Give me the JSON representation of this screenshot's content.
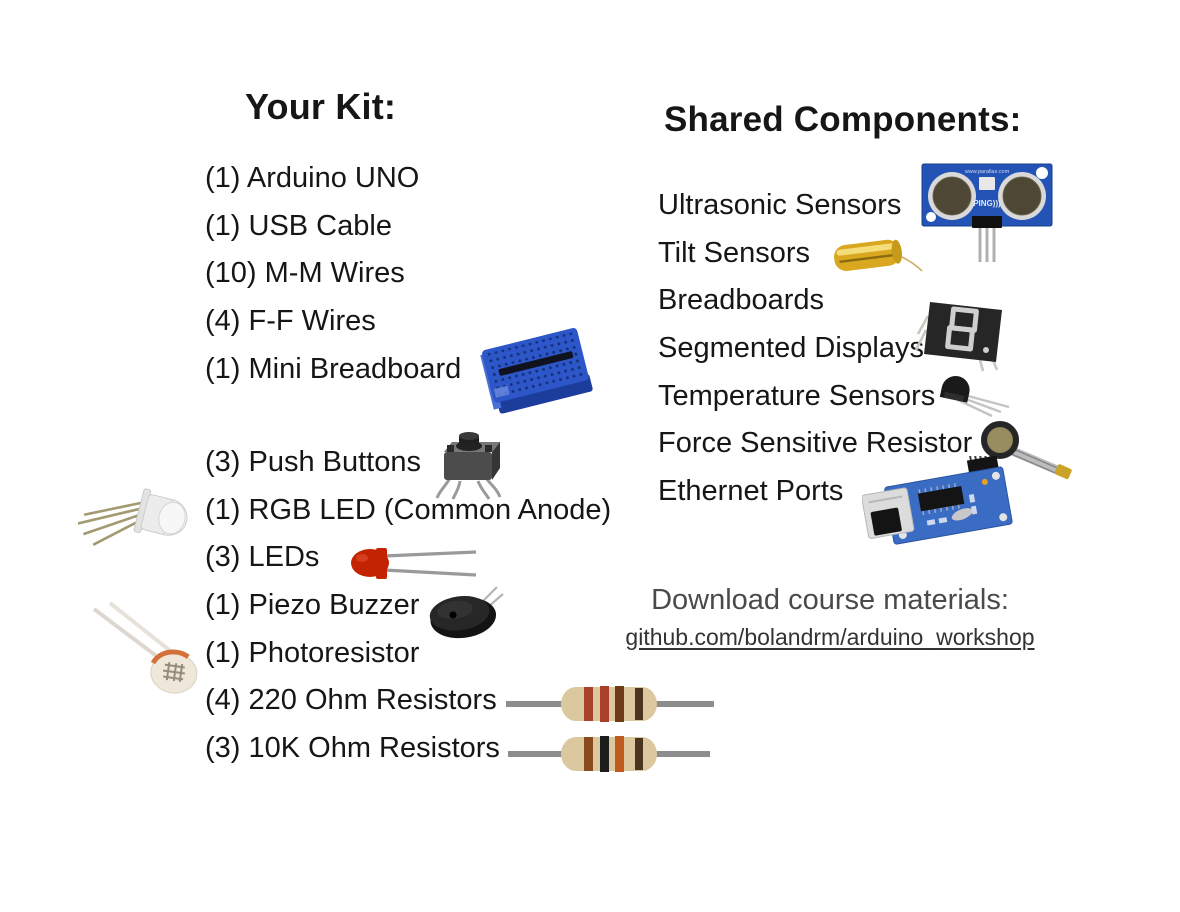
{
  "kit": {
    "title": "Your Kit:",
    "items_top": [
      "(1) Arduino UNO",
      "(1) USB Cable",
      "(10) M-M Wires",
      "(4) F-F Wires",
      "(1) Mini Breadboard"
    ],
    "items_bottom": [
      "(3) Push Buttons",
      "(1) RGB LED (Common Anode)",
      "(3) LEDs",
      "(1) Piezo Buzzer",
      "(1) Photoresistor",
      "(4) 220 Ohm Resistors",
      "(3) 10K Ohm Resistors"
    ]
  },
  "shared": {
    "title": "Shared Components:",
    "items": [
      "Ultrasonic Sensors",
      "Tilt Sensors",
      "Breadboards",
      "Segmented Displays",
      "Temperature Sensors",
      "Force Sensitive Resistor",
      "Ethernet Ports"
    ]
  },
  "download": {
    "heading": "Download course materials:",
    "link": "github.com/bolandrm/arduino_workshop"
  },
  "images": {
    "ultrasonic_board_text": "PING)))",
    "ultrasonic_board_url": "www.parallax.com"
  },
  "photos": {
    "mini_breadboard": "mini-breadboard-photo",
    "push_button": "push-button-photo",
    "rgb_led": "rgb-led-photo",
    "red_led": "red-led-photo",
    "piezo_buzzer": "piezo-buzzer-photo",
    "photoresistor": "photoresistor-photo",
    "resistor_220": "220-ohm-resistor-photo",
    "resistor_10k": "10k-ohm-resistor-photo",
    "ultrasonic_sensor": "ultrasonic-sensor-photo",
    "tilt_sensor": "tilt-sensor-photo",
    "segmented_display": "segmented-display-photo",
    "temperature_sensor": "temperature-sensor-photo",
    "force_sensitive_resistor": "force-sensitive-resistor-photo",
    "ethernet_module": "ethernet-module-photo"
  },
  "colors": {
    "background": "#ffffff",
    "text": "#161616",
    "muted_text": "#4a4a4a",
    "breadboard_blue": "#2d57c9",
    "pcb_blue": "#2353b5",
    "led_red": "#c42301",
    "tilt_gold": "#d9a820"
  }
}
